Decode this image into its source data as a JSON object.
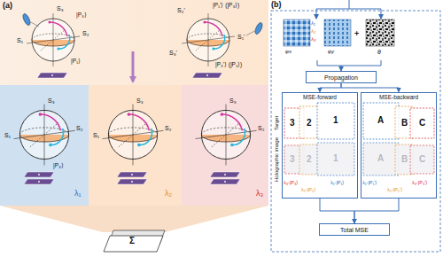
{
  "diagram": {
    "nodes": [
      {
        "text": [
          "φx",
          "λ₁",
          "λ₂",
          "λ₃",
          "φy"
        ]
      },
      {
        "text": [
          "θ"
        ]
      },
      {
        "text": [
          "Propagation"
        ]
      },
      {
        "text": [
          "MSE-forward"
        ]
      },
      {
        "text": [
          "MSE-backward"
        ]
      },
      {
        "text": [
          "Total MSE"
        ]
      }
    ],
    "edges": [
      {
        "from": 0,
        "to": 2,
        "arrow": "to"
      },
      {
        "from": 1,
        "to": 2,
        "arrow": "to"
      },
      {
        "from": 2,
        "to": 3,
        "arrow": "to"
      },
      {
        "from": 2,
        "to": 4,
        "arrow": "to"
      },
      {
        "from": 3,
        "to": 5,
        "arrow": "to"
      },
      {
        "from": 4,
        "to": 5,
        "arrow": "to"
      }
    ],
    "labels": [
      "(a)",
      "S₃",
      "|P₃⟩",
      "S₁",
      "S₂",
      "|P₁⟩",
      "S₂'",
      "|P₁'⟩ (|P₃⟩)",
      "S₁'",
      "S₃'",
      "|P₃'⟩ (|P₁⟩)",
      "S₃",
      "S₁",
      "S₂",
      "|P₃⟩",
      "S₃",
      "S₁",
      "S₂",
      "S₃",
      "S₂",
      "λ₁",
      "λ₂",
      "λ₃",
      "Σ",
      "(b)",
      "+",
      "Target",
      "Holographic image",
      "3",
      "2",
      "1",
      "3",
      "2",
      "1",
      "λ₃-|P₃⟩",
      "λ₂-|P₂⟩",
      "λ₁-|P₁⟩",
      "A",
      "B",
      "C",
      "A",
      "B",
      "C",
      "λ₁-|P₁'⟩",
      "λ₂-|P₂'⟩",
      "λ₃-|P₃'⟩"
    ]
  }
}
